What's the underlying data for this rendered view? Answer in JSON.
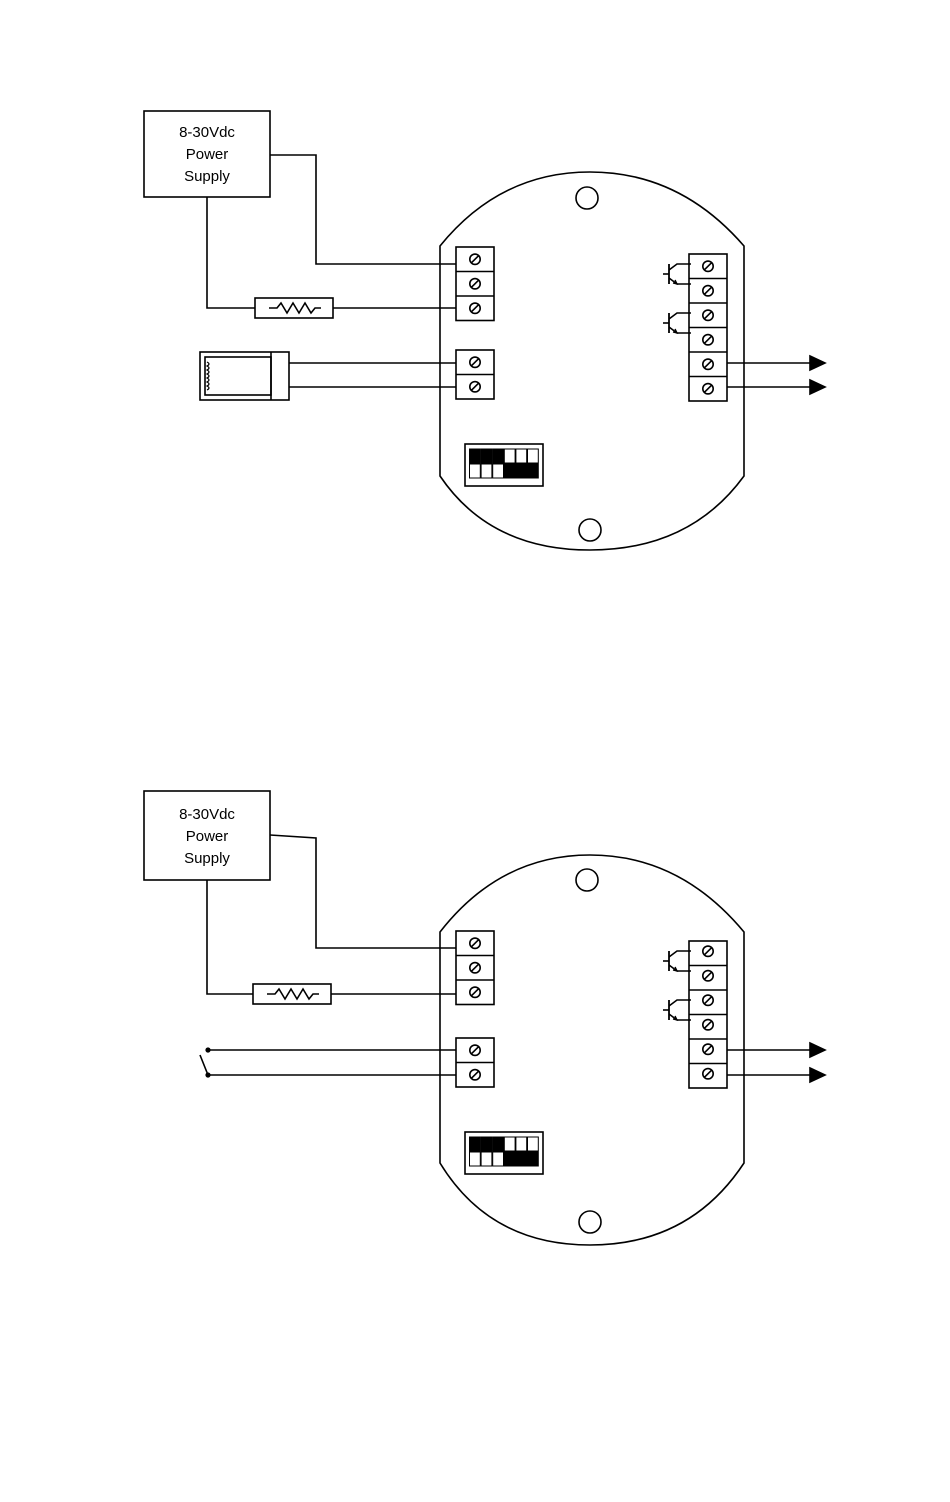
{
  "diagrams": [
    {
      "power_supply": {
        "line1": "8-30Vdc",
        "line2": "Power",
        "line3": "Supply"
      },
      "input_device": "magnetic-pickup-sensor",
      "power_terminals": 3,
      "input_terminals": 2,
      "output_terminals": 6,
      "dip_switch": {
        "top_row": [
          1,
          1,
          1,
          0,
          0,
          0
        ],
        "bottom_row": [
          0,
          0,
          0,
          1,
          1,
          1
        ]
      }
    },
    {
      "power_supply": {
        "line1": "8-30Vdc",
        "line2": "Power",
        "line3": "Supply"
      },
      "input_device": "contact-switch",
      "power_terminals": 3,
      "input_terminals": 2,
      "output_terminals": 6,
      "dip_switch": {
        "top_row": [
          1,
          1,
          1,
          0,
          0,
          0
        ],
        "bottom_row": [
          0,
          0,
          0,
          1,
          1,
          1
        ]
      }
    }
  ],
  "colors": {
    "line": "#000000",
    "fill_on": "#000000",
    "fill_off": "#ffffff"
  }
}
